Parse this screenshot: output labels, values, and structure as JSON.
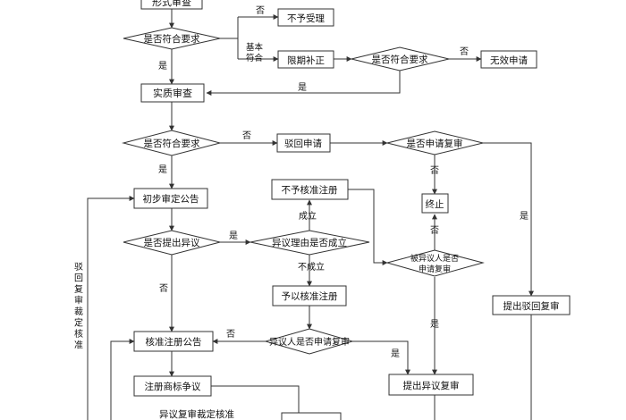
{
  "nodes": {
    "formal_review": "形式审查",
    "meets_req_1": "是否符合要求",
    "not_accepted": "不予受理",
    "correction": "限期补正",
    "meets_req_2": "是否符合要求",
    "invalid": "无效申请",
    "substantive_review": "实质审查",
    "meets_req_3": "是否符合要求",
    "rejection": "驳回申请",
    "apply_review_q1": "是否申请复审",
    "terminate": "终止",
    "file_rejection_review": "提出驳回复审",
    "preliminary_announce": "初步审定公告",
    "opposition_q": "是否提出异议",
    "opposition_valid_q": "异议理由是否成立",
    "refuse_registration": "不予核准注册",
    "approve_registration": "予以核准注册",
    "opposed_party_review_q": "被异议人是否申请复审",
    "opponent_review_q": "异议人是否申请复审",
    "approval_announce": "核准注册公告",
    "opposition_review": "提出异议复审",
    "trademark_dispute": "注册商标争议",
    "review_ruling_cut": "异议复审裁定核准"
  },
  "labels": {
    "no": "否",
    "yes": "是",
    "basic_fit": "基本符合",
    "valid": "成立",
    "not_valid": "不成立",
    "vertical_rejection_ruling": "驳回复审裁定核准"
  },
  "colors": {
    "stroke": "#333333",
    "background": "#ffffff"
  }
}
